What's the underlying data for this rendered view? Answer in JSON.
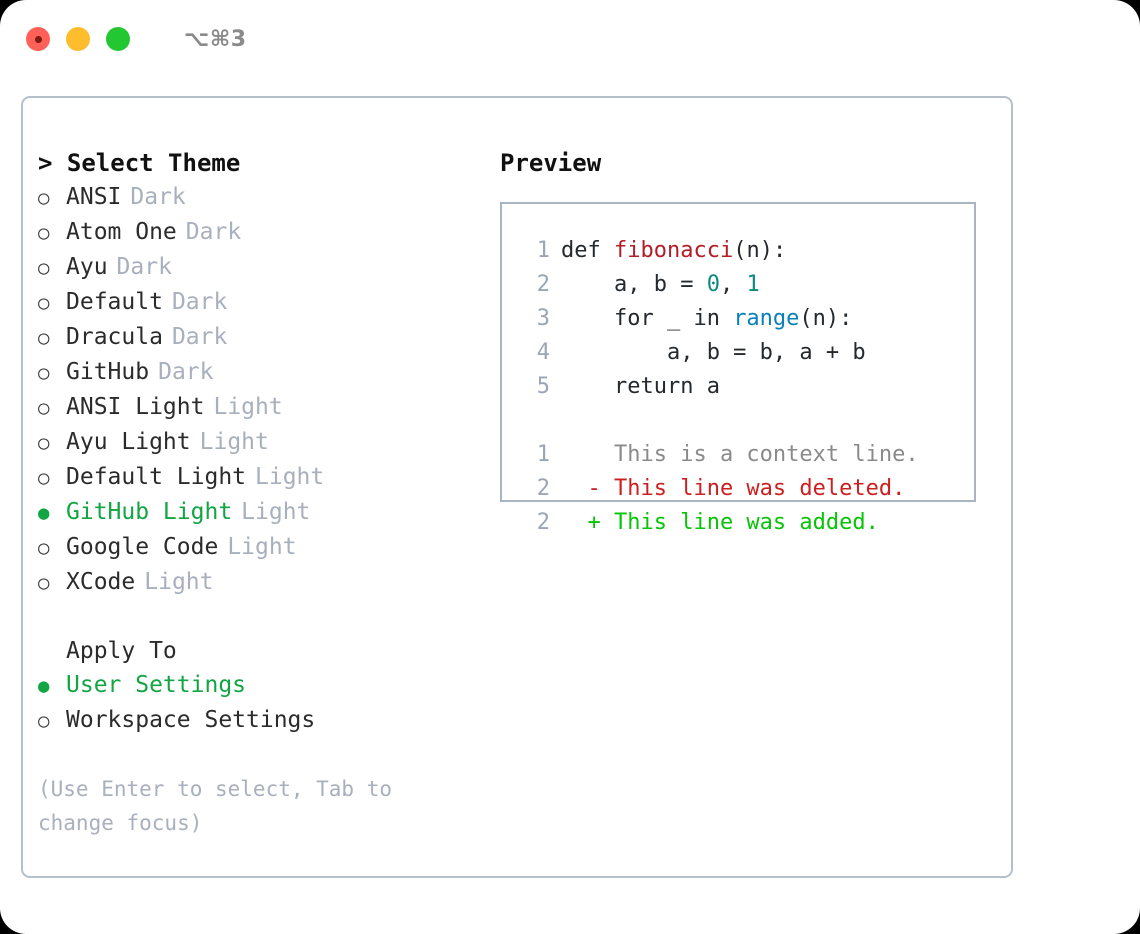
{
  "titlebar": {
    "shortcut": "⌥⌘3",
    "buttons": [
      "close",
      "minimize",
      "maximize"
    ]
  },
  "theme_picker": {
    "header": "> Select Theme",
    "bullet_selected": "●",
    "bullet_unselected": "○",
    "items": [
      {
        "label": "ANSI",
        "tag": "Dark",
        "selected": false
      },
      {
        "label": "Atom One",
        "tag": "Dark",
        "selected": false
      },
      {
        "label": "Ayu",
        "tag": "Dark",
        "selected": false
      },
      {
        "label": "Default",
        "tag": "Dark",
        "selected": false
      },
      {
        "label": "Dracula",
        "tag": "Dark",
        "selected": false
      },
      {
        "label": "GitHub",
        "tag": "Dark",
        "selected": false
      },
      {
        "label": "ANSI Light",
        "tag": "Light",
        "selected": false
      },
      {
        "label": "Ayu Light",
        "tag": "Light",
        "selected": false
      },
      {
        "label": "Default Light",
        "tag": "Light",
        "selected": false
      },
      {
        "label": "GitHub Light",
        "tag": "Light",
        "selected": true
      },
      {
        "label": "Google Code",
        "tag": "Light",
        "selected": false
      },
      {
        "label": "XCode",
        "tag": "Light",
        "selected": false
      }
    ]
  },
  "apply_to": {
    "header": "Apply To",
    "items": [
      {
        "label": "User Settings",
        "selected": true
      },
      {
        "label": "Workspace Settings",
        "selected": false
      }
    ]
  },
  "hint": "(Use Enter to select, Tab to change focus)",
  "preview": {
    "title": "Preview",
    "code_lines": [
      {
        "no": "1",
        "tokens": [
          {
            "t": "def ",
            "k": "plain"
          },
          {
            "t": "fibonacci",
            "k": "fn"
          },
          {
            "t": "(n):",
            "k": "plain"
          }
        ]
      },
      {
        "no": "2",
        "tokens": [
          {
            "t": "    a, b = ",
            "k": "plain"
          },
          {
            "t": "0",
            "k": "num"
          },
          {
            "t": ", ",
            "k": "plain"
          },
          {
            "t": "1",
            "k": "num"
          }
        ]
      },
      {
        "no": "3",
        "tokens": [
          {
            "t": "    for _ in ",
            "k": "plain"
          },
          {
            "t": "range",
            "k": "call"
          },
          {
            "t": "(n):",
            "k": "plain"
          }
        ]
      },
      {
        "no": "4",
        "tokens": [
          {
            "t": "        a, b = b, a + b",
            "k": "plain"
          }
        ]
      },
      {
        "no": "5",
        "tokens": [
          {
            "t": "    return a",
            "k": "plain"
          }
        ]
      }
    ],
    "diff_lines": [
      {
        "no": "1",
        "marker": "  ",
        "text": "This is a context line.",
        "kind": "ctx"
      },
      {
        "no": "2",
        "marker": "- ",
        "text": "This line was deleted.",
        "kind": "del"
      },
      {
        "no": "2",
        "marker": "+ ",
        "text": "This line was added.",
        "kind": "add"
      }
    ]
  },
  "colors": {
    "accent_green": "#13a544",
    "muted": "#a8b0bd",
    "border": "#b6bfcc",
    "diff_add": "#08c408",
    "diff_del": "#cc2020",
    "fn": "#b31d28",
    "num": "#0d8a80",
    "call": "#0a80b8"
  }
}
